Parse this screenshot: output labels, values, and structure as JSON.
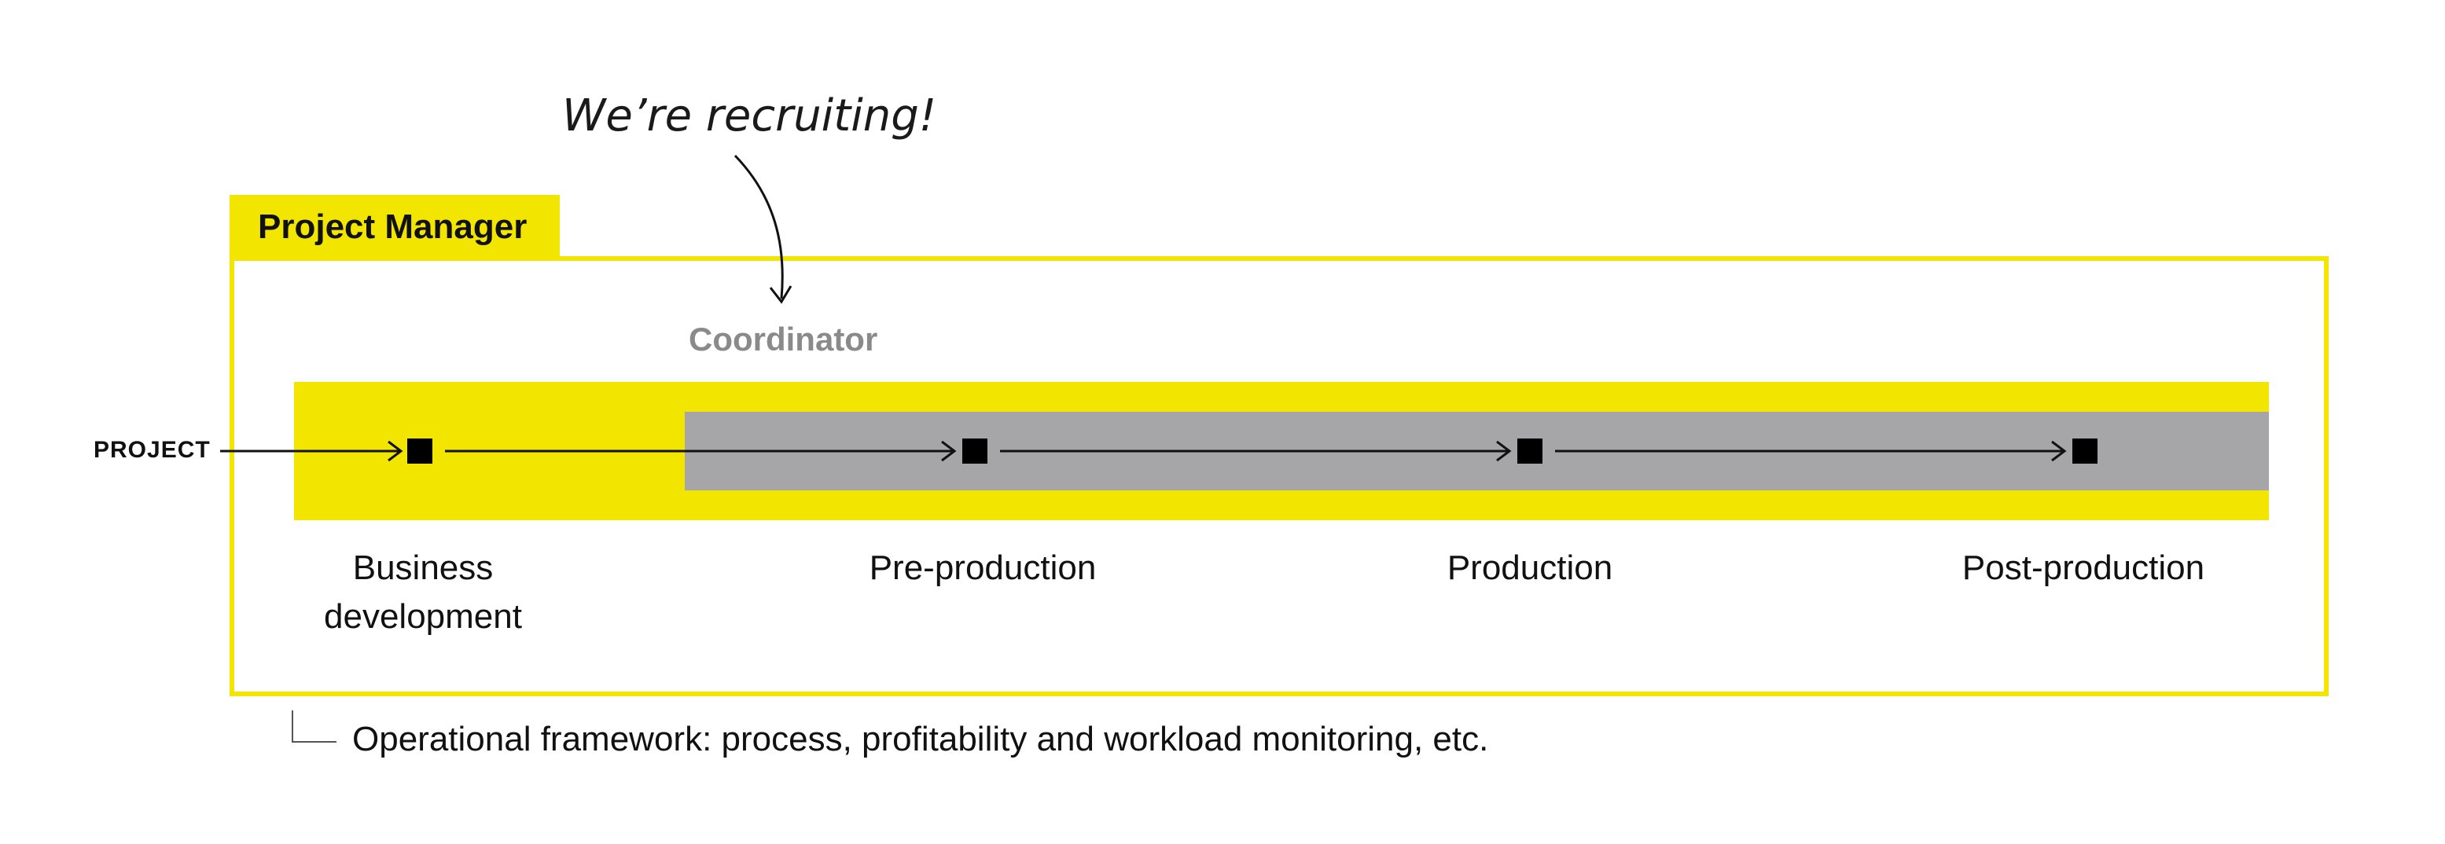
{
  "annotation": {
    "text": "We’re recruiting!"
  },
  "manager": {
    "label": "Project Manager"
  },
  "coordinator": {
    "label": "Coordinator"
  },
  "flow": {
    "start_label": "PROJECT",
    "stages": [
      {
        "line1": "Business",
        "line2": "development"
      },
      {
        "line1": "Pre-production",
        "line2": ""
      },
      {
        "line1": "Production",
        "line2": ""
      },
      {
        "line1": "Post-production",
        "line2": ""
      }
    ]
  },
  "footnote": {
    "text": "Operational framework: process, profitability and workload monitoring, etc."
  },
  "colors": {
    "yellow": "#f2e600",
    "grey": "#a6a6a8",
    "coordinator_text": "#8a8a8a",
    "ink": "#111111"
  }
}
